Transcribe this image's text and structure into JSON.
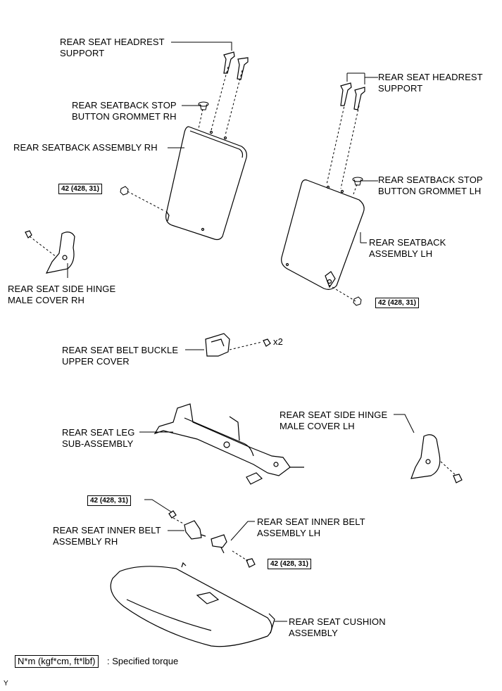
{
  "labels": {
    "headrest_support_rh": "REAR SEAT HEADREST\nSUPPORT",
    "headrest_support_lh": "REAR SEAT HEADREST\nSUPPORT",
    "stop_grommet_rh": "REAR SEATBACK STOP\nBUTTON GROMMET RH",
    "seatback_rh": "REAR SEATBACK ASSEMBLY RH",
    "stop_grommet_lh": "REAR SEATBACK STOP\nBUTTON GROMMET LH",
    "seatback_lh": "REAR SEATBACK\nASSEMBLY LH",
    "hinge_cover_rh": "REAR SEAT SIDE HINGE\nMALE COVER RH",
    "buckle_cover": "REAR SEAT BELT BUCKLE\nUPPER COVER",
    "leg_sub": "REAR SEAT LEG\nSUB-ASSEMBLY",
    "hinge_cover_lh": "REAR SEAT SIDE HINGE\nMALE COVER LH",
    "inner_belt_rh": "REAR SEAT INNER BELT\nASSEMBLY RH",
    "inner_belt_lh": "REAR SEAT INNER BELT\nASSEMBLY LH",
    "cushion": "REAR SEAT CUSHION\nASSEMBLY",
    "qty_x2": "x2"
  },
  "torque": {
    "seatback_rh": "42 (428, 31)",
    "seatback_lh": "42 (428, 31)",
    "inner_belt_rh": "42 (428, 31)",
    "inner_belt_lh": "42 (428, 31)"
  },
  "legend": {
    "box": "N*m (kgf*cm, ft*lbf)",
    "text": ": Specified torque"
  },
  "corner_mark": "Y"
}
